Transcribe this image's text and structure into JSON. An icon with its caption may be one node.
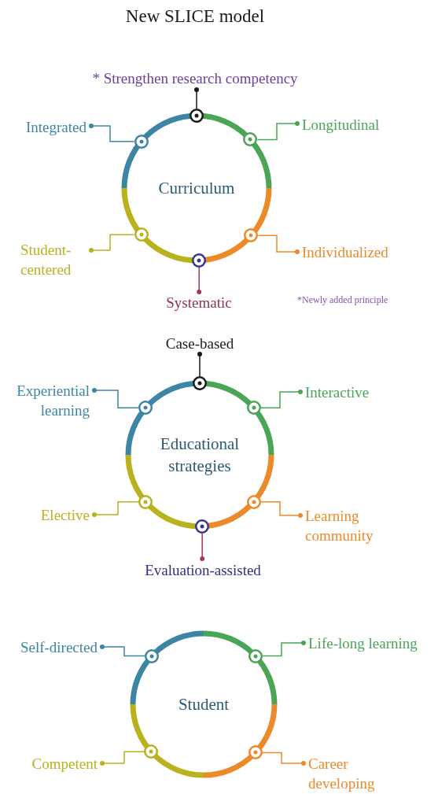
{
  "diagram": {
    "title": "New SLICE model",
    "nodes": [
      {
        "text": [
          "Curriculum"
        ]
      },
      {
        "text": [
          "* Strengthen research competency"
        ]
      },
      {
        "text": [],
        "shape": "circle",
        "in": 0
      },
      {
        "text": [
          "Integrated"
        ]
      },
      {
        "text": [],
        "shape": "circle",
        "in": 0
      },
      {
        "text": [
          "Longitudinal"
        ]
      },
      {
        "text": [],
        "shape": "circle",
        "in": 0
      },
      {
        "text": [
          "Student-centered"
        ]
      },
      {
        "text": [],
        "shape": "circle",
        "in": 0
      },
      {
        "text": [
          "Individualized"
        ]
      },
      {
        "text": [],
        "shape": "circle",
        "in": 0
      },
      {
        "text": [],
        "shape": "circle",
        "in": 0
      },
      {
        "text": [
          "Systematic"
        ]
      },
      {
        "text": [
          "Educational strategies"
        ]
      },
      {
        "text": [
          "Case-based"
        ]
      },
      {
        "text": [],
        "shape": "circle",
        "in": 13
      },
      {
        "text": [
          "Experiential learning"
        ]
      },
      {
        "text": [],
        "shape": "circle",
        "in": 13
      },
      {
        "text": [
          "Interactive"
        ]
      },
      {
        "text": [],
        "shape": "circle",
        "in": 13
      },
      {
        "text": [
          "Elective"
        ]
      },
      {
        "text": [],
        "shape": "circle",
        "in": 13
      },
      {
        "text": [
          "Learning community"
        ]
      },
      {
        "text": [],
        "shape": "circle",
        "in": 13
      },
      {
        "text": [],
        "shape": "circle",
        "in": 13
      },
      {
        "text": [
          "Evaluation-assisted"
        ]
      },
      {
        "text": [
          "Student"
        ]
      },
      {
        "text": [
          "Self-directed"
        ]
      },
      {
        "text": [],
        "shape": "circle",
        "in": 26
      },
      {
        "text": [
          "Life-long learning"
        ]
      },
      {
        "text": [],
        "shape": "circle",
        "in": 26
      },
      {
        "text": [
          "Competent"
        ]
      },
      {
        "text": [],
        "shape": "circle",
        "in": 26
      },
      {
        "text": [
          "Career developing"
        ]
      },
      {
        "text": [],
        "shape": "circle",
        "in": 26
      }
    ],
    "edges": [
      {
        "from": 1,
        "to": 2,
        "arrow": "other",
        "color": "#1a1a1a"
      },
      {
        "from": 3,
        "to": 4,
        "arrow": "other",
        "color": "#3c85a5"
      },
      {
        "from": 5,
        "to": 6,
        "arrow": "other",
        "color": "#4aa556"
      },
      {
        "from": 7,
        "to": 8,
        "arrow": "other",
        "color": "#b9b11d"
      },
      {
        "from": 9,
        "to": 10,
        "arrow": "other",
        "color": "#ec8a2a"
      },
      {
        "from": 12,
        "to": 11,
        "arrow": "other",
        "color": "#a0395c"
      },
      {
        "from": 14,
        "to": 15,
        "arrow": "other",
        "color": "#1a1a1a"
      },
      {
        "from": 16,
        "to": 17,
        "arrow": "other",
        "color": "#3c85a5"
      },
      {
        "from": 18,
        "to": 19,
        "arrow": "other",
        "color": "#4aa556"
      },
      {
        "from": 20,
        "to": 21,
        "arrow": "other",
        "color": "#b9b11d"
      },
      {
        "from": 22,
        "to": 23,
        "arrow": "other",
        "color": "#ec8a2a"
      },
      {
        "from": 25,
        "to": 24,
        "arrow": "other",
        "color": "#a0395c"
      },
      {
        "from": 27,
        "to": 28,
        "arrow": "other",
        "color": "#3c85a5"
      },
      {
        "from": 29,
        "to": 30,
        "arrow": "other",
        "color": "#4aa556"
      },
      {
        "from": 31,
        "to": 32,
        "arrow": "other",
        "color": "#b9b11d"
      },
      {
        "from": 33,
        "to": 34,
        "arrow": "other",
        "color": "#ec8a2a"
      }
    ],
    "labels": [
      "*Newly added principle"
    ]
  }
}
